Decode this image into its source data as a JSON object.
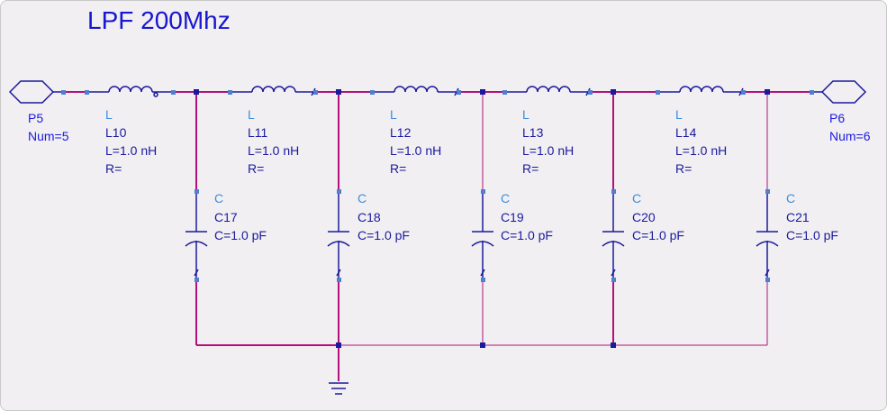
{
  "schematic": {
    "title": "LPF 200Mhz",
    "ports": [
      {
        "name": "P5",
        "num": "Num=5"
      },
      {
        "name": "P6",
        "num": "Num=6"
      }
    ],
    "inductors": [
      {
        "type": "L",
        "ref": "L10",
        "value": "L=1.0 nH",
        "r": "R="
      },
      {
        "type": "L",
        "ref": "L11",
        "value": "L=1.0 nH",
        "r": "R="
      },
      {
        "type": "L",
        "ref": "L12",
        "value": "L=1.0 nH",
        "r": "R="
      },
      {
        "type": "L",
        "ref": "L13",
        "value": "L=1.0 nH",
        "r": "R="
      },
      {
        "type": "L",
        "ref": "L14",
        "value": "L=1.0 nH",
        "r": "R="
      }
    ],
    "capacitors": [
      {
        "type": "C",
        "ref": "C17",
        "value": "C=1.0 pF"
      },
      {
        "type": "C",
        "ref": "C18",
        "value": "C=1.0 pF"
      },
      {
        "type": "C",
        "ref": "C19",
        "value": "C=1.0 pF"
      },
      {
        "type": "C",
        "ref": "C20",
        "value": "C=1.0 pF"
      },
      {
        "type": "C",
        "ref": "C21",
        "value": "C=1.0 pF"
      }
    ],
    "colors": {
      "title": "#1717cf",
      "wire": "#b4107a",
      "component": "#1a1a9e",
      "type_label": "#3a8fe0"
    }
  }
}
